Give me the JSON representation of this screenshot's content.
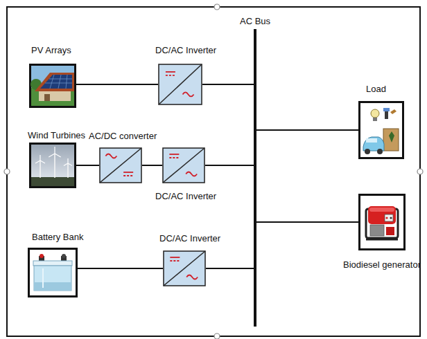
{
  "diagram": {
    "nodes": [
      {
        "text": [
          "PV Arrays"
        ]
      },
      {
        "text": [
          "DC/AC Inverter"
        ]
      },
      {
        "text": [
          "AC Bus"
        ]
      },
      {
        "text": [
          "Load"
        ]
      },
      {
        "text": [
          "Wind Turbines"
        ]
      },
      {
        "text": [
          "AC/DC converter"
        ]
      },
      {
        "text": [
          "DC/AC Inverter"
        ]
      },
      {
        "text": [
          "Biodiesel generator"
        ]
      },
      {
        "text": [
          "Battery Bank"
        ]
      },
      {
        "text": [
          "DC/AC Inverter"
        ]
      }
    ],
    "edges": [
      {
        "from": 0,
        "to": 1,
        "arrow": "none"
      },
      {
        "from": 1,
        "to": 2,
        "arrow": "none"
      },
      {
        "from": 2,
        "to": 3,
        "arrow": "none"
      },
      {
        "from": 4,
        "to": 5,
        "arrow": "none"
      },
      {
        "from": 5,
        "to": 6,
        "arrow": "none"
      },
      {
        "from": 6,
        "to": 2,
        "arrow": "none"
      },
      {
        "from": 2,
        "to": 7,
        "arrow": "none"
      },
      {
        "from": 8,
        "to": 9,
        "arrow": "none"
      },
      {
        "from": 9,
        "to": 2,
        "arrow": "none"
      }
    ]
  }
}
